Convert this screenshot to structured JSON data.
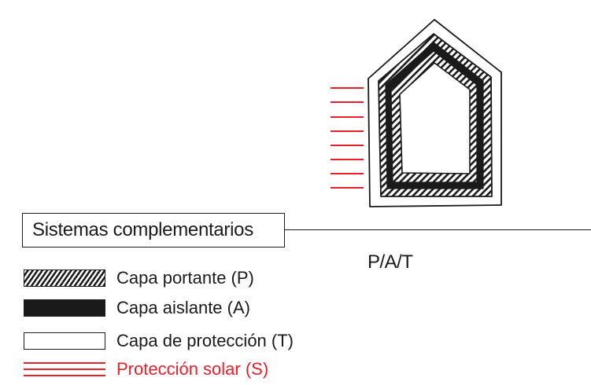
{
  "header": {
    "title": "Sistemas complementarios"
  },
  "diagram": {
    "caption": "P/A/T"
  },
  "legend": {
    "items": [
      {
        "label": "Capa portante (P)",
        "swatch": "hatched"
      },
      {
        "label": "Capa aislante (A)",
        "swatch": "solid-black"
      },
      {
        "label": "Capa de protección (T)",
        "swatch": "outline"
      },
      {
        "label": "Protección solar (S)",
        "swatch": "red-lines"
      }
    ]
  },
  "colors": {
    "ink": "#1a1a1a",
    "solar_protection": "#e8202a",
    "background": "#ffffff"
  }
}
